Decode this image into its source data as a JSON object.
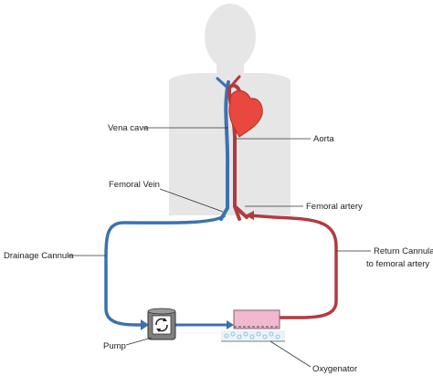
{
  "labels": {
    "vena_cava": "Vena cava",
    "aorta": "Aorta",
    "femoral_vein": "Femoral Vein",
    "femoral_artery": "Femoral artery",
    "drainage_cannula": "Drainage Cannula",
    "return_cannula_line1": "Return Cannula",
    "return_cannula_line2": "to femoral artery",
    "pump": "Pump",
    "oxygenator": "Oxygenator"
  },
  "colors": {
    "venous_blue": "#3a72b0",
    "arterial_red": "#b23a3e",
    "heart": "#e8483e",
    "silhouette": "#e6e6e6",
    "oxygenator_fill": "#f2b8cf",
    "pump_body": "#7f7f7f"
  }
}
